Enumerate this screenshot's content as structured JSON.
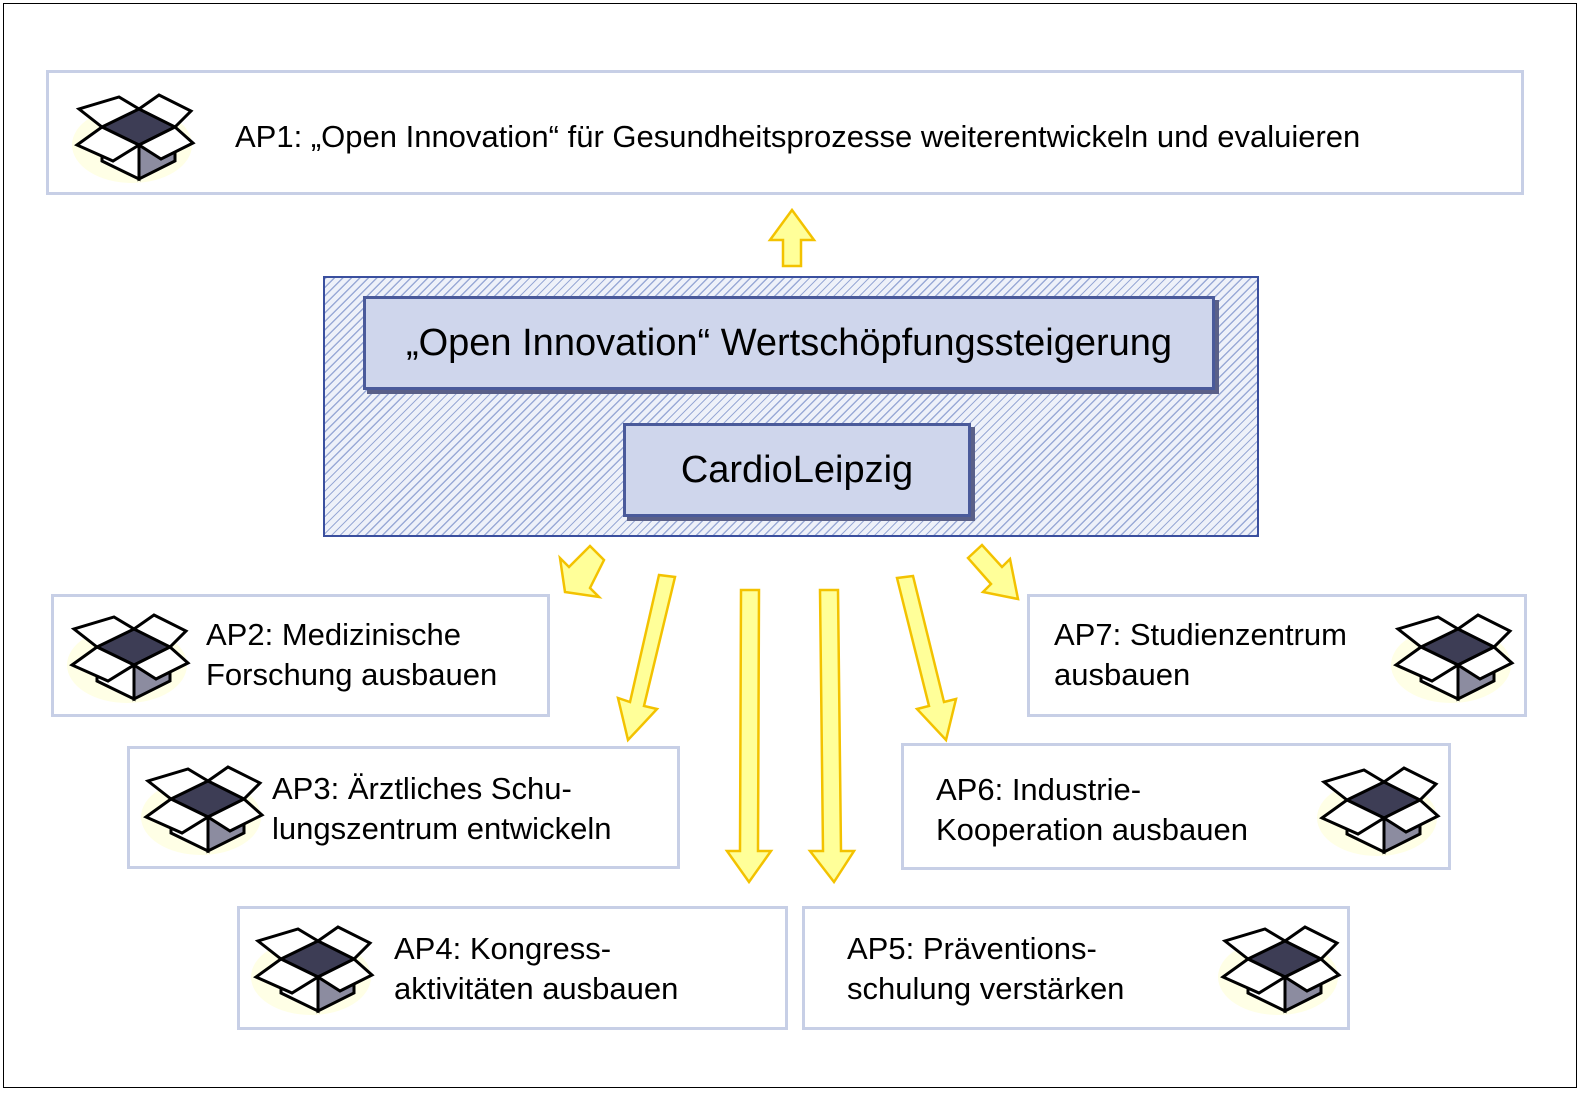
{
  "diagram": {
    "center_title": "„Open Innovation“ Wertschöpfungssteigerung",
    "center_subtitle": "CardioLeipzig",
    "packages": [
      {
        "id": "AP1",
        "lines": [
          "AP1: „Open Innovation“ für Gesundheitsprozesse weiterentwickeln und evaluieren"
        ],
        "icon": "open-box-icon"
      },
      {
        "id": "AP2",
        "lines": [
          "AP2: Medizinische",
          "Forschung ausbauen"
        ],
        "icon": "open-box-icon"
      },
      {
        "id": "AP3",
        "lines": [
          "AP3: Ärztliches Schu-",
          "lungszentrum entwickeln"
        ],
        "icon": "open-box-icon"
      },
      {
        "id": "AP4",
        "lines": [
          "AP4: Kongress-",
          "aktivitäten ausbauen"
        ],
        "icon": "open-box-icon"
      },
      {
        "id": "AP5",
        "lines": [
          "AP5: Präventions-",
          "schulung verstärken"
        ],
        "icon": "open-box-icon"
      },
      {
        "id": "AP6",
        "lines": [
          "AP6: Industrie-",
          "Kooperation ausbauen"
        ],
        "icon": "open-box-icon"
      },
      {
        "id": "AP7",
        "lines": [
          "AP7: Studienzentrum",
          "ausbauen"
        ],
        "icon": "open-box-icon"
      }
    ],
    "colors": {
      "box_border": "#c7cfe6",
      "center_border": "#3a4f9e",
      "inner_fill": "#cfd6ec",
      "arrow_fill": "#ffff99",
      "arrow_stroke": "#f3c200"
    }
  }
}
